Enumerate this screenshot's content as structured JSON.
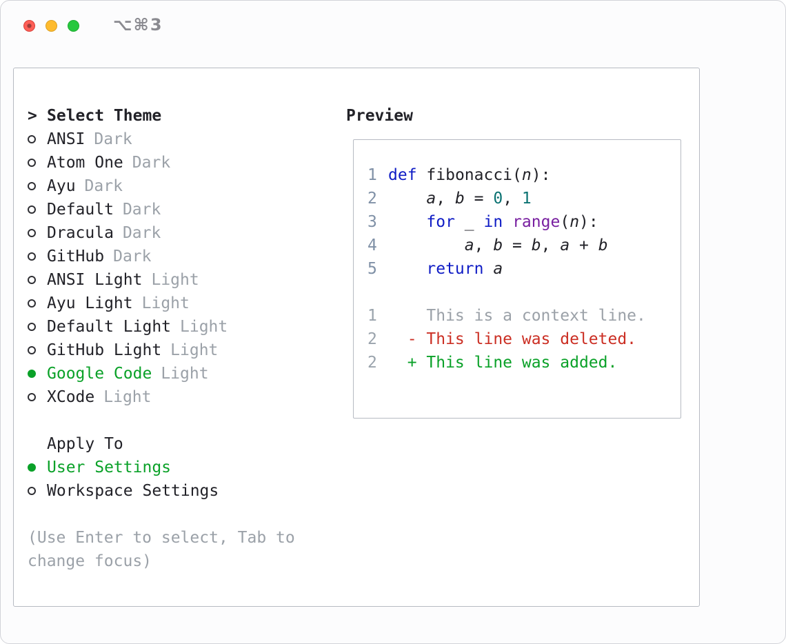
{
  "titlebar": {
    "shortcut": "⌥⌘3"
  },
  "colors": {
    "accent_green": "#0aa128",
    "deleted_red": "#cb2f24",
    "keyword_blue": "#0f1cc5",
    "literal_teal": "#0b7272",
    "type_purple": "#781fa0",
    "muted_gray": "#9ba1a8",
    "line_number": "#7f90a6",
    "text": "#222228"
  },
  "selector": {
    "prompt": ">",
    "title": "Select Theme",
    "themes": [
      {
        "name": "ANSI",
        "variant": "Dark",
        "selected": false
      },
      {
        "name": "Atom One",
        "variant": "Dark",
        "selected": false
      },
      {
        "name": "Ayu",
        "variant": "Dark",
        "selected": false
      },
      {
        "name": "Default",
        "variant": "Dark",
        "selected": false
      },
      {
        "name": "Dracula",
        "variant": "Dark",
        "selected": false
      },
      {
        "name": "GitHub",
        "variant": "Dark",
        "selected": false
      },
      {
        "name": "ANSI Light",
        "variant": "Light",
        "selected": false
      },
      {
        "name": "Ayu Light",
        "variant": "Light",
        "selected": false
      },
      {
        "name": "Default Light",
        "variant": "Light",
        "selected": false
      },
      {
        "name": "GitHub Light",
        "variant": "Light",
        "selected": false
      },
      {
        "name": "Google Code",
        "variant": "Light",
        "selected": true
      },
      {
        "name": "XCode",
        "variant": "Light",
        "selected": false
      }
    ],
    "apply_heading": "Apply To",
    "apply_options": [
      {
        "name": "User Settings",
        "selected": true
      },
      {
        "name": "Workspace Settings",
        "selected": false
      }
    ],
    "hint": "(Use Enter to select, Tab to change focus)"
  },
  "preview": {
    "title": "Preview",
    "code": [
      {
        "num": "1",
        "tokens": [
          [
            "def",
            "kw"
          ],
          [
            " ",
            "pl"
          ],
          [
            "fibonacci",
            "fn"
          ],
          [
            "(",
            "pl"
          ],
          [
            "n",
            "id"
          ],
          [
            "):",
            "pl"
          ]
        ]
      },
      {
        "num": "2",
        "tokens": [
          [
            "    ",
            "pl"
          ],
          [
            "a",
            "id"
          ],
          [
            ", ",
            "pl"
          ],
          [
            "b",
            "id"
          ],
          [
            " = ",
            "pl"
          ],
          [
            "0",
            "lit"
          ],
          [
            ", ",
            "pl"
          ],
          [
            "1",
            "lit"
          ]
        ]
      },
      {
        "num": "3",
        "tokens": [
          [
            "    ",
            "pl"
          ],
          [
            "for",
            "kw"
          ],
          [
            " ",
            "pl"
          ],
          [
            "_",
            "id"
          ],
          [
            " ",
            "pl"
          ],
          [
            "in",
            "kw"
          ],
          [
            " ",
            "pl"
          ],
          [
            "range",
            "call"
          ],
          [
            "(",
            "pl"
          ],
          [
            "n",
            "id"
          ],
          [
            "):",
            "pl"
          ]
        ]
      },
      {
        "num": "4",
        "tokens": [
          [
            "        ",
            "pl"
          ],
          [
            "a",
            "id"
          ],
          [
            ", ",
            "pl"
          ],
          [
            "b",
            "id"
          ],
          [
            " = ",
            "pl"
          ],
          [
            "b",
            "id"
          ],
          [
            ", ",
            "pl"
          ],
          [
            "a",
            "id"
          ],
          [
            " + ",
            "pl"
          ],
          [
            "b",
            "id"
          ]
        ]
      },
      {
        "num": "5",
        "tokens": [
          [
            "    ",
            "pl"
          ],
          [
            "return",
            "kw"
          ],
          [
            " ",
            "pl"
          ],
          [
            "a",
            "id"
          ]
        ]
      }
    ],
    "diff": [
      {
        "num": "1",
        "text": "    This is a context line.",
        "type": "context"
      },
      {
        "num": "2",
        "text": "  - This line was deleted.",
        "type": "deleted"
      },
      {
        "num": "2",
        "text": "  + This line was added.",
        "type": "added"
      }
    ]
  }
}
